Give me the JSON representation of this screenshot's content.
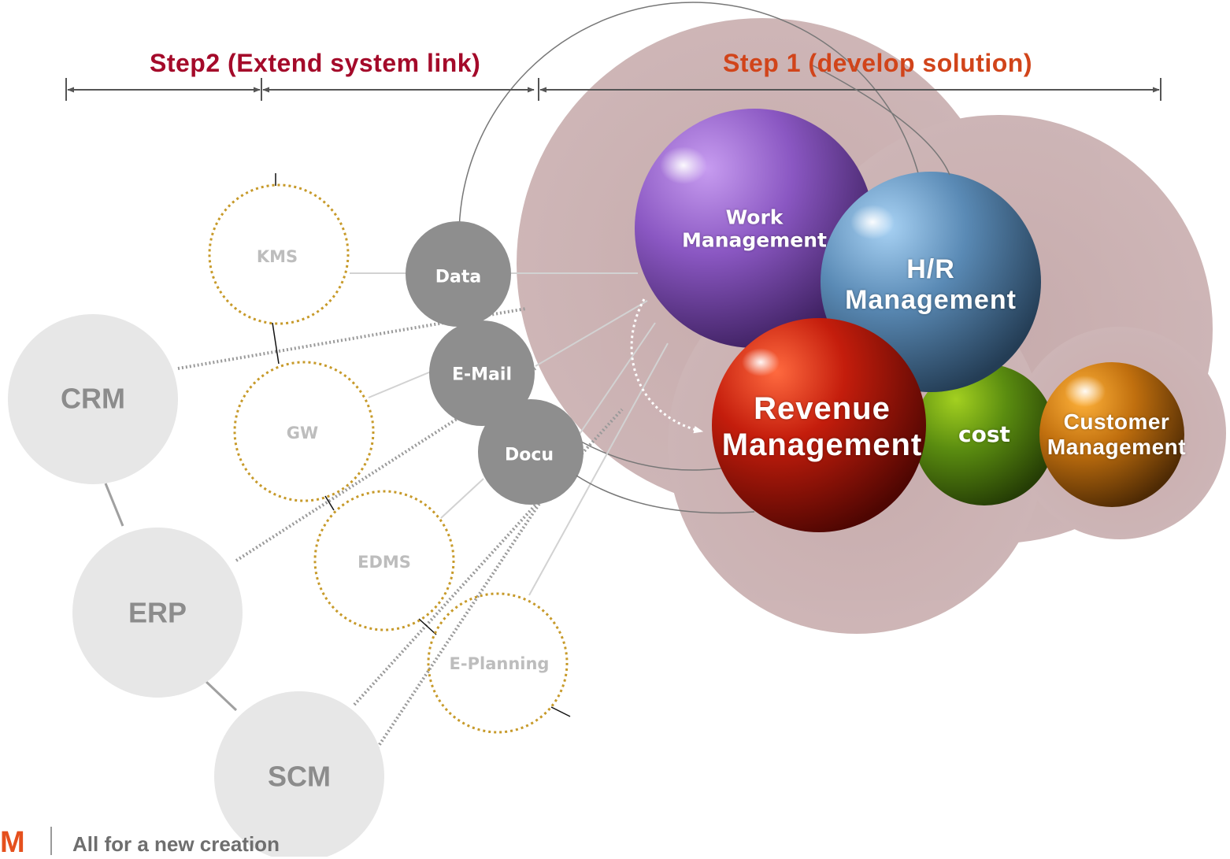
{
  "headings": {
    "step2": "Step2 (Extend system link)",
    "step1": "Step 1 (develop solution)"
  },
  "systems": {
    "crm": "CRM",
    "erp": "ERP",
    "scm": "SCM"
  },
  "modules": {
    "kms": "KMS",
    "gw": "GW",
    "edms": "EDMS",
    "eplanning": "E-Planning"
  },
  "links": {
    "data": "Data",
    "email": "E-Mail",
    "docu": "Docu"
  },
  "solutions": {
    "work": [
      "Work",
      "Management"
    ],
    "hr": [
      "H/R",
      "Management"
    ],
    "revenue": [
      "Revenue",
      "Management"
    ],
    "cost": "cost",
    "customer": [
      "Customer",
      "Management"
    ]
  },
  "colors": {
    "step2_heading": "#a40a2a",
    "step1_heading": "#d1441a",
    "backdrop": "#c9afb0",
    "system_circle": "#e6e6e6",
    "module_ring": "#c8a033",
    "link_circle": "#8c8c8c",
    "work_sphere": "#7e4fb0",
    "hr_sphere": "#4f7fa8",
    "revenue_sphere": "#c2200d",
    "cost_sphere": "#4f7f10",
    "customer_sphere": "#b8690d"
  },
  "footer": {
    "logo": "M",
    "tagline": "All for a new creation"
  }
}
